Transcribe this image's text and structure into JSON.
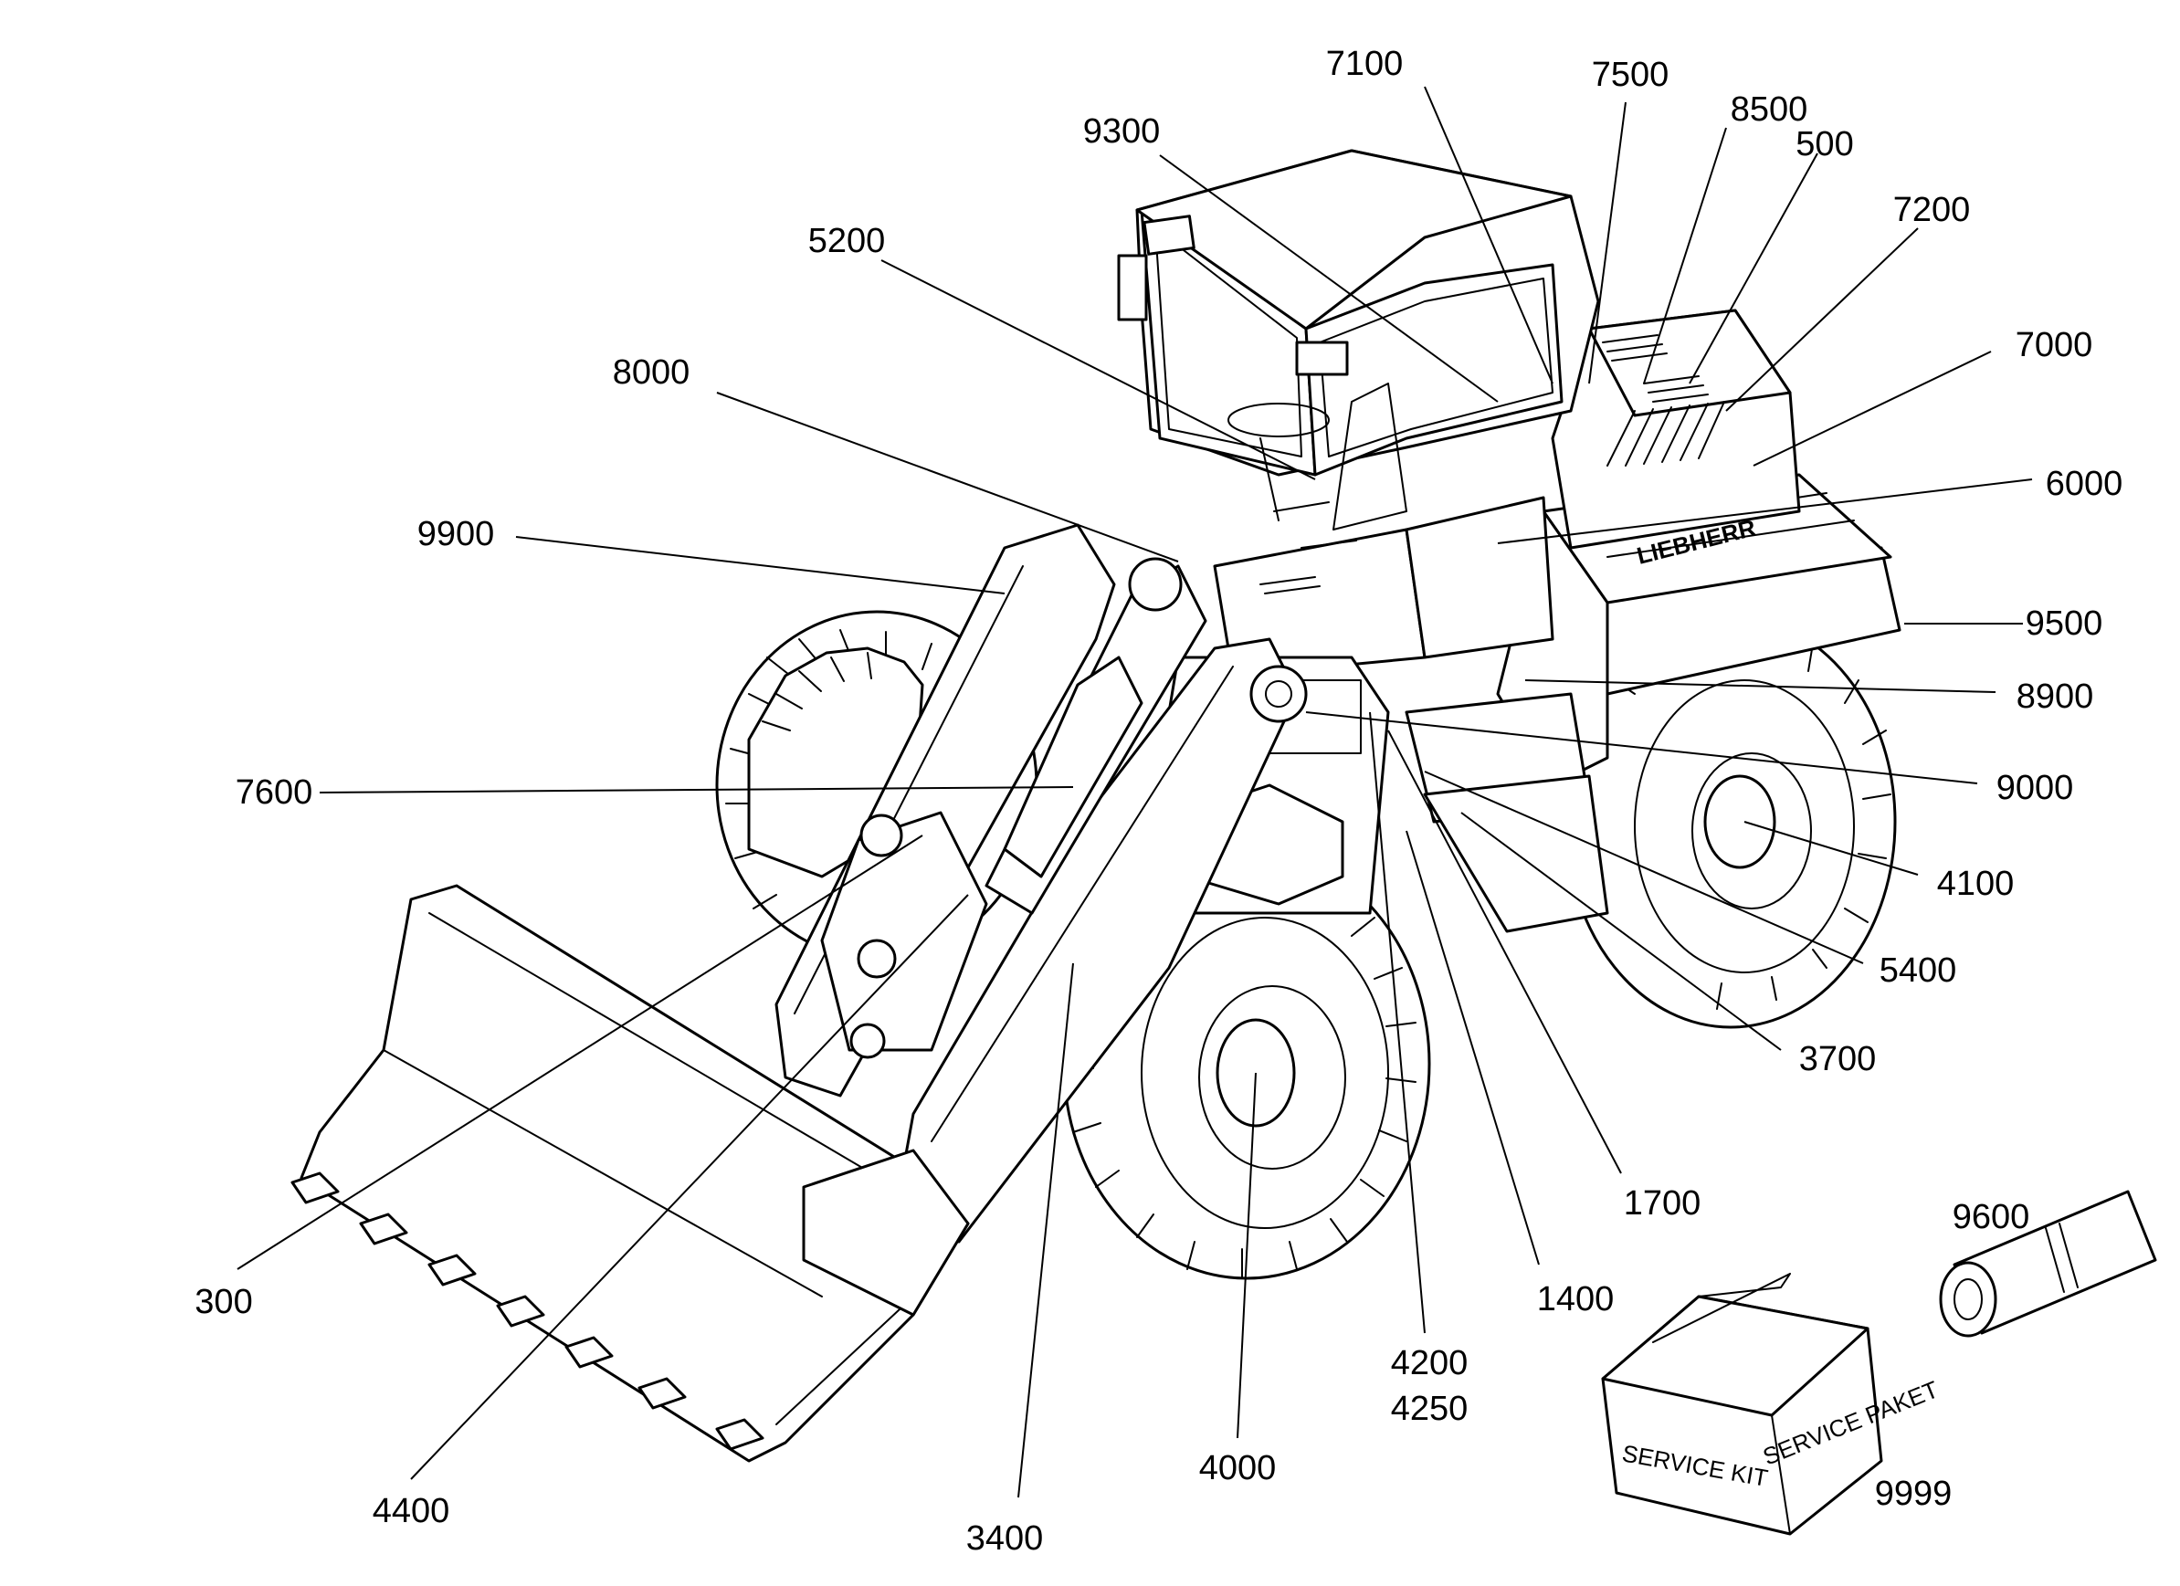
{
  "callouts": [
    {
      "id": "7100",
      "label": "7100"
    },
    {
      "id": "7500",
      "label": "7500"
    },
    {
      "id": "8500",
      "label": "8500"
    },
    {
      "id": "500",
      "label": "500"
    },
    {
      "id": "9300",
      "label": "9300"
    },
    {
      "id": "7200",
      "label": "7200"
    },
    {
      "id": "5200",
      "label": "5200"
    },
    {
      "id": "7000",
      "label": "7000"
    },
    {
      "id": "8000",
      "label": "8000"
    },
    {
      "id": "6000",
      "label": "6000"
    },
    {
      "id": "9900",
      "label": "9900"
    },
    {
      "id": "9500",
      "label": "9500"
    },
    {
      "id": "8900",
      "label": "8900"
    },
    {
      "id": "9000",
      "label": "9000"
    },
    {
      "id": "7600",
      "label": "7600"
    },
    {
      "id": "4100",
      "label": "4100"
    },
    {
      "id": "5400",
      "label": "5400"
    },
    {
      "id": "3700",
      "label": "3700"
    },
    {
      "id": "1700",
      "label": "1700"
    },
    {
      "id": "9600",
      "label": "9600"
    },
    {
      "id": "1400",
      "label": "1400"
    },
    {
      "id": "300",
      "label": "300"
    },
    {
      "id": "4200",
      "label": "4200"
    },
    {
      "id": "4250",
      "label": "4250"
    },
    {
      "id": "4000",
      "label": "4000"
    },
    {
      "id": "9999",
      "label": "9999"
    },
    {
      "id": "4400",
      "label": "4400"
    },
    {
      "id": "3400",
      "label": "3400"
    }
  ],
  "service_box": {
    "front_text": "SERVICE KIT",
    "side_text": "SERVICE PAKET"
  },
  "cab_logo": "LIEBHERR"
}
